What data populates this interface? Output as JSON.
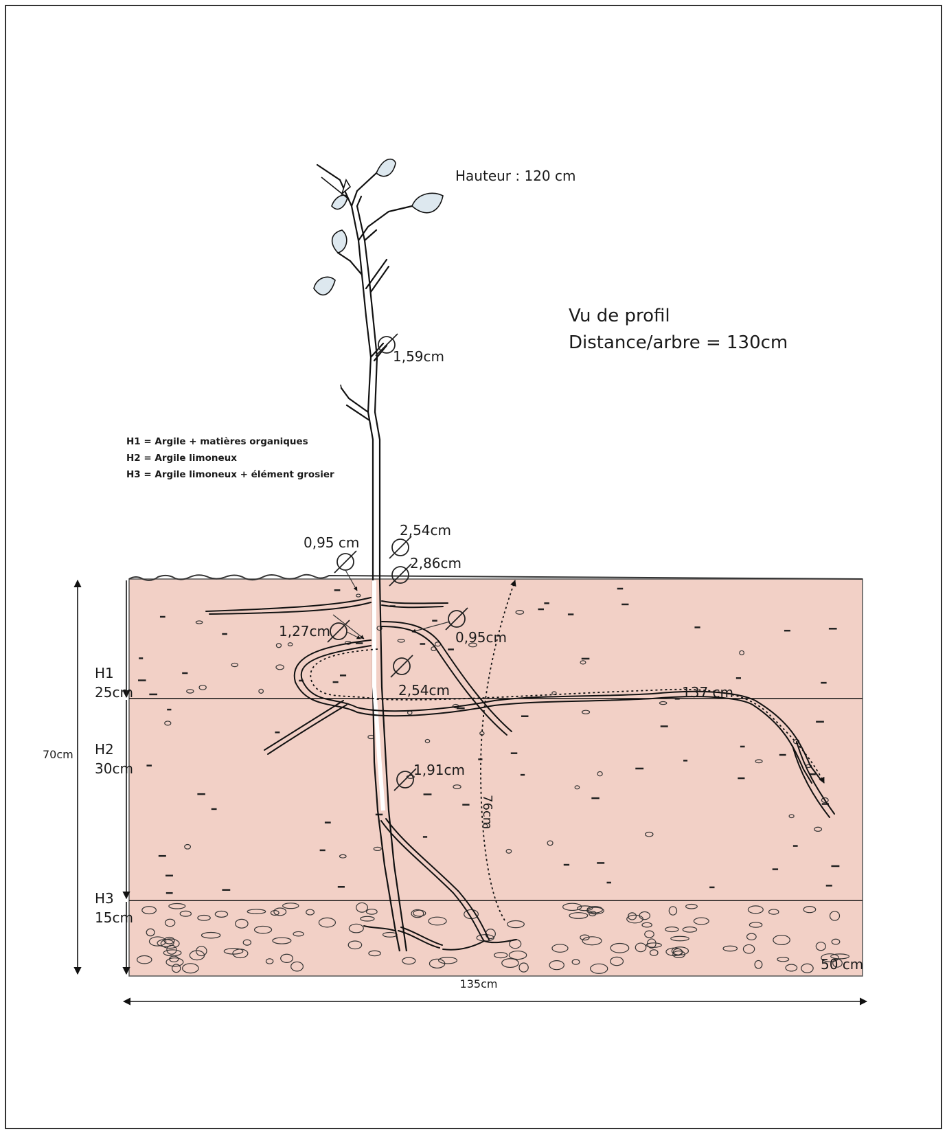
{
  "figure": {
    "height_label": "Hauteur : 120 cm",
    "view_label": "Vu de profil",
    "distance_label": "Distance/arbre = 130cm",
    "total_depth_label": "70cm",
    "total_width_label": "135cm",
    "corner_label": "50 cm",
    "colors": {
      "soil": "#f2d0c6",
      "line": "#111111",
      "leaf": "#dde8ef"
    }
  },
  "legend": [
    "H1 = Argile + matières organiques",
    "H2 = Argile limoneux",
    "H3 = Argile limoneux + élément grosier"
  ],
  "horizons": [
    {
      "name": "H1",
      "thickness": "25cm"
    },
    {
      "name": "H2",
      "thickness": "30cm"
    },
    {
      "name": "H3",
      "thickness": "15cm"
    }
  ],
  "measurements": {
    "stem_diameter": "1,59cm",
    "diam_left_collar": "0,95 cm",
    "diam_collar_upper": "2,54cm",
    "diam_collar_lower": "2,86cm",
    "diam_left_root": "1,27cm",
    "diam_right_root": "0,95cm",
    "diam_taproot_upper": "2,54cm",
    "diam_taproot_lower": "1,91cm",
    "lateral_root_length": "137 cm",
    "vertical_root_length": "76cm"
  }
}
